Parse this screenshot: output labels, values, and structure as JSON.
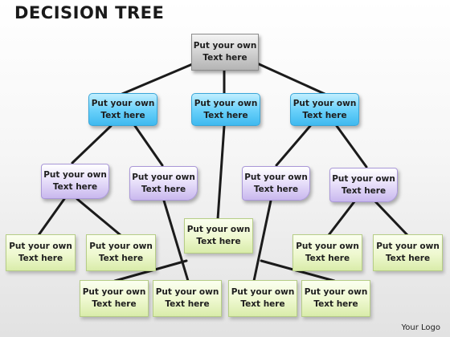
{
  "title": "DECISION TREE",
  "logo": "Your Logo",
  "nodes": {
    "root": "Put your own\nText here",
    "level1": [
      "Put your own\nText here",
      "Put your own\nText here",
      "Put your own\nText here"
    ],
    "level2": [
      "Put your own\nText here",
      "Put your own\nText here",
      "Put your own\nText here",
      "Put your own\nText here"
    ],
    "middle": "Put your own\nText here",
    "leaves_upper": [
      "Put your own\nText here",
      "Put your own\nText here",
      "Put your own\nText here",
      "Put your own\nText here"
    ],
    "leaves_lower": [
      "Put your own\nText here",
      "Put your own\nText here",
      "Put your own\nText here",
      "Put your own\nText here"
    ]
  }
}
